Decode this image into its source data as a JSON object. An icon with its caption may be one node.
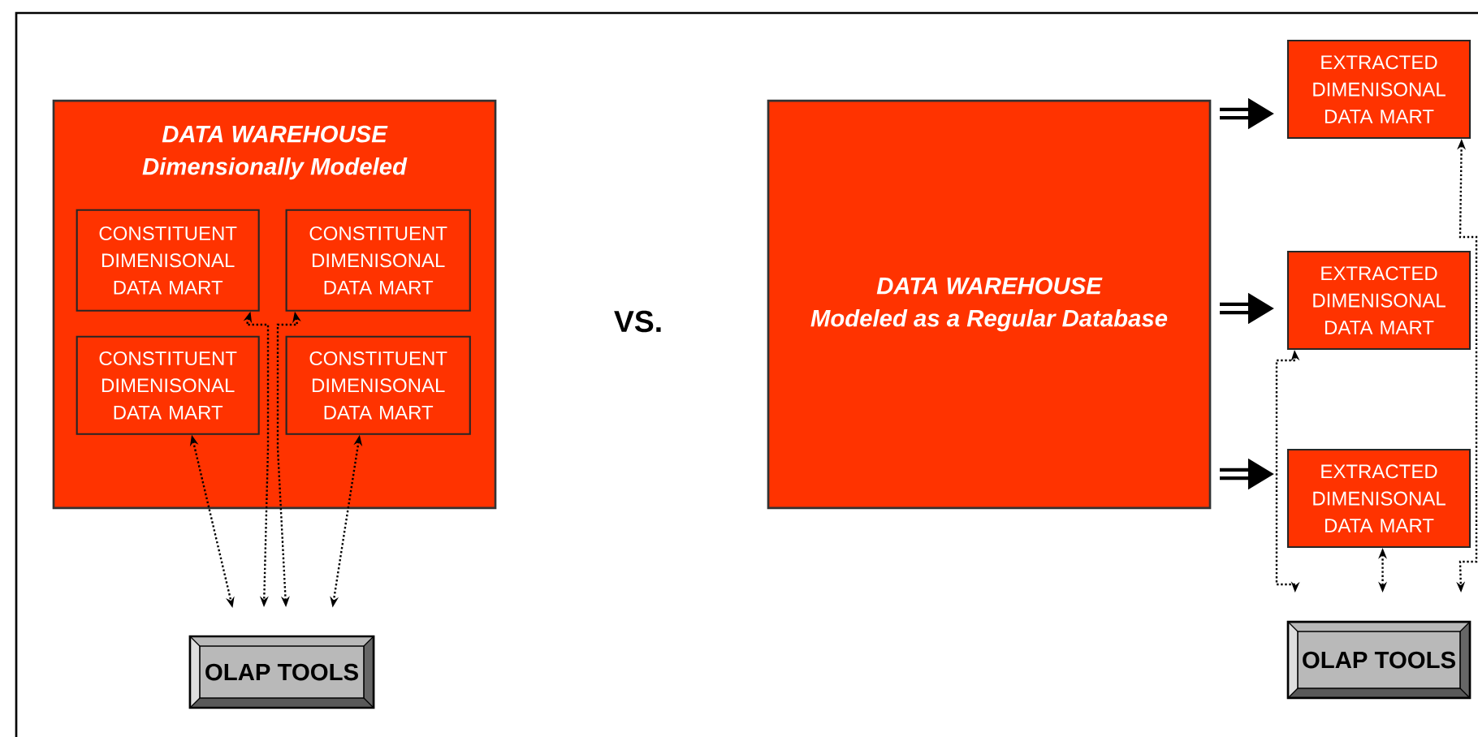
{
  "diagram": {
    "nodes": [
      {
        "text": [
          "DATA WAREHOUSE",
          "Dimensionally Modeled"
        ]
      },
      {
        "text": [
          "CONSTITUENT DIMENISONAL DATA MART"
        ],
        "in": 0
      },
      {
        "text": [
          "CONSTITUENT DIMENISONAL DATA MART"
        ],
        "in": 0
      },
      {
        "text": [
          "CONSTITUENT DIMENISONAL DATA MART"
        ],
        "in": 0
      },
      {
        "text": [
          "CONSTITUENT DIMENISONAL DATA MART"
        ],
        "in": 0
      },
      {
        "text": [
          "OLAP TOOLS"
        ]
      },
      {
        "text": [
          "DATA WAREHOUSE",
          "Modeled as a Regular Database"
        ]
      },
      {
        "text": [
          "EXTRACTED DIMENISONAL DATA MART"
        ]
      },
      {
        "text": [
          "EXTRACTED DIMENISONAL DATA MART"
        ]
      },
      {
        "text": [
          "EXTRACTED DIMENISONAL DATA MART"
        ]
      },
      {
        "text": [
          "OLAP TOOLS"
        ]
      }
    ],
    "edges": [
      {
        "from": 3,
        "to": 5,
        "arrow": "both",
        "style": "dashed"
      },
      {
        "from": 1,
        "to": 5,
        "arrow": "both",
        "style": "dashed"
      },
      {
        "from": 2,
        "to": 5,
        "arrow": "both",
        "style": "dashed"
      },
      {
        "from": 4,
        "to": 5,
        "arrow": "both",
        "style": "dashed"
      },
      {
        "from": 6,
        "to": 7,
        "arrow": "to",
        "style": "thick"
      },
      {
        "from": 6,
        "to": 8,
        "arrow": "to",
        "style": "thick"
      },
      {
        "from": 6,
        "to": 9,
        "arrow": "to",
        "style": "thick"
      },
      {
        "from": 8,
        "to": 10,
        "arrow": "both",
        "style": "dashed"
      },
      {
        "from": 9,
        "to": 10,
        "arrow": "both",
        "style": "dashed"
      },
      {
        "from": 7,
        "to": 10,
        "arrow": "both",
        "style": "dashed"
      }
    ],
    "labels": [
      "VS."
    ]
  }
}
